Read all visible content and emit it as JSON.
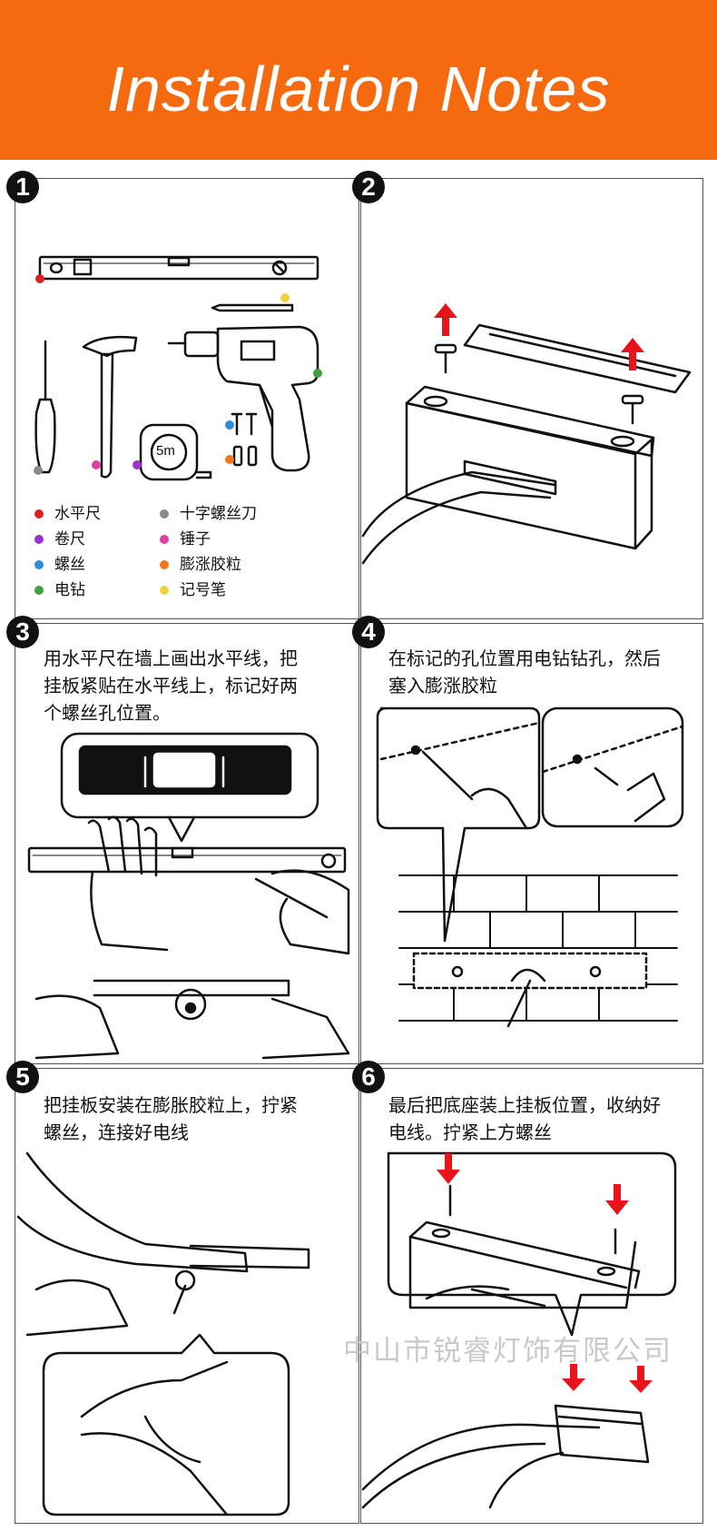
{
  "header": {
    "title": "Installation Notes",
    "bg_color": "#f56a0f"
  },
  "steps": [
    {
      "number": "1"
    },
    {
      "number": "2"
    },
    {
      "number": "3",
      "text_line1": "用水平尺在墙上画出水平线，把",
      "text_line2": "挂板紧贴在水平线上，标记好两",
      "text_line3": "个螺丝孔位置。"
    },
    {
      "number": "4",
      "text_line1": "在标记的孔位置用电钻钻孔，然后",
      "text_line2": "塞入膨涨胶粒"
    },
    {
      "number": "5",
      "text_line1": "把挂板安装在膨胀胶粒上，拧紧",
      "text_line2": "螺丝，连接好电线"
    },
    {
      "number": "6",
      "text_line1": "最后把底座装上挂板位置，收纳好",
      "text_line2": "电线。拧紧上方螺丝"
    }
  ],
  "tools_legend": [
    {
      "label": "水平尺",
      "color": "#e02020"
    },
    {
      "label": "十字螺丝刀",
      "color": "#8a8a8a"
    },
    {
      "label": "卷尺",
      "color": "#9b30d0"
    },
    {
      "label": "锤子",
      "color": "#e040a0"
    },
    {
      "label": "螺丝",
      "color": "#2a8de0"
    },
    {
      "label": "膨涨胶粒",
      "color": "#f07820"
    },
    {
      "label": "电钻",
      "color": "#3aa040"
    },
    {
      "label": "记号笔",
      "color": "#f0d040"
    }
  ],
  "tape_label": "5m",
  "watermark": "中山市锐睿灯饰有限公司",
  "arrow_color": "#e8141c"
}
